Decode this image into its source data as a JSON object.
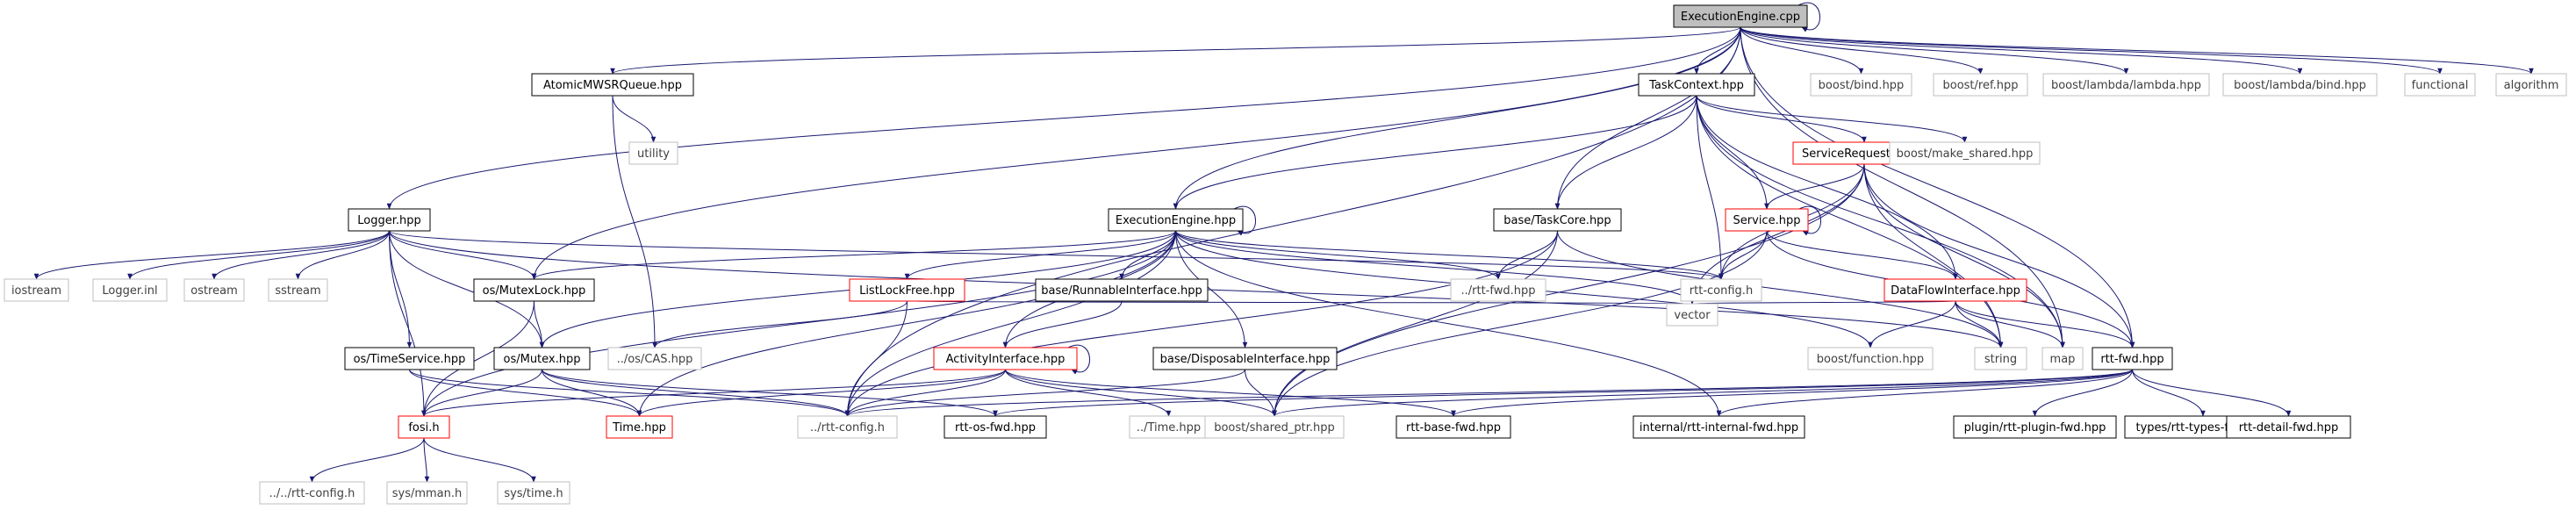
{
  "diagram": {
    "nodes": [
      {
        "id": "ExecutionEngine.cpp",
        "label": "ExecutionEngine.cpp",
        "style": "root"
      },
      {
        "id": "AtomicMWSRQueue.hpp",
        "label": "AtomicMWSRQueue.hpp",
        "style": "doc"
      },
      {
        "id": "utility",
        "label": "utility",
        "style": "ext"
      },
      {
        "id": "TaskContext.hpp",
        "label": "TaskContext.hpp",
        "style": "doc"
      },
      {
        "id": "boost/bind.hpp",
        "label": "boost/bind.hpp",
        "style": "ext"
      },
      {
        "id": "boost/ref.hpp",
        "label": "boost/ref.hpp",
        "style": "ext"
      },
      {
        "id": "boost/lambda/lambda.hpp",
        "label": "boost/lambda/lambda.hpp",
        "style": "ext"
      },
      {
        "id": "boost/lambda/bind.hpp",
        "label": "boost/lambda/bind.hpp",
        "style": "ext"
      },
      {
        "id": "functional",
        "label": "functional",
        "style": "ext"
      },
      {
        "id": "algorithm",
        "label": "algorithm",
        "style": "ext"
      },
      {
        "id": "ServiceRequester.hpp",
        "label": "ServiceRequester.hpp",
        "style": "trunc"
      },
      {
        "id": "boost/make_shared.hpp",
        "label": "boost/make_shared.hpp",
        "style": "ext"
      },
      {
        "id": "Logger.hpp",
        "label": "Logger.hpp",
        "style": "doc"
      },
      {
        "id": "ExecutionEngine.hpp",
        "label": "ExecutionEngine.hpp",
        "style": "doc"
      },
      {
        "id": "base/TaskCore.hpp",
        "label": "base/TaskCore.hpp",
        "style": "doc"
      },
      {
        "id": "Service.hpp",
        "label": "Service.hpp",
        "style": "trunc"
      },
      {
        "id": "iostream",
        "label": "iostream",
        "style": "ext"
      },
      {
        "id": "Logger.inl",
        "label": "Logger.inl",
        "style": "ext"
      },
      {
        "id": "ostream",
        "label": "ostream",
        "style": "ext"
      },
      {
        "id": "sstream",
        "label": "sstream",
        "style": "ext"
      },
      {
        "id": "os/MutexLock.hpp",
        "label": "os/MutexLock.hpp",
        "style": "doc"
      },
      {
        "id": "ListLockFree.hpp",
        "label": "ListLockFree.hpp",
        "style": "trunc"
      },
      {
        "id": "base/RunnableInterface.hpp",
        "label": "base/RunnableInterface.hpp",
        "style": "doc"
      },
      {
        "id": "../rtt-fwd.hpp",
        "label": "../rtt-fwd.hpp",
        "style": "ext"
      },
      {
        "id": "rtt-config.h",
        "label": "rtt-config.h",
        "style": "ext"
      },
      {
        "id": "DataFlowInterface.hpp",
        "label": "DataFlowInterface.hpp",
        "style": "trunc"
      },
      {
        "id": "vector",
        "label": "vector",
        "style": "ext"
      },
      {
        "id": "boost/function.hpp",
        "label": "boost/function.hpp",
        "style": "ext"
      },
      {
        "id": "string",
        "label": "string",
        "style": "ext"
      },
      {
        "id": "map",
        "label": "map",
        "style": "ext"
      },
      {
        "id": "rtt-fwd.hpp",
        "label": "rtt-fwd.hpp",
        "style": "doc"
      },
      {
        "id": "os/TimeService.hpp",
        "label": "os/TimeService.hpp",
        "style": "doc"
      },
      {
        "id": "os/Mutex.hpp",
        "label": "os/Mutex.hpp",
        "style": "doc"
      },
      {
        "id": "../os/CAS.hpp",
        "label": "../os/CAS.hpp",
        "style": "ext"
      },
      {
        "id": "ActivityInterface.hpp",
        "label": "ActivityInterface.hpp",
        "style": "trunc"
      },
      {
        "id": "base/DisposableInterface.hpp",
        "label": "base/DisposableInterface.hpp",
        "style": "doc"
      },
      {
        "id": "fosi.h",
        "label": "fosi.h",
        "style": "trunc"
      },
      {
        "id": "Time.hpp",
        "label": "Time.hpp",
        "style": "trunc"
      },
      {
        "id": "../rtt-config.h",
        "label": "../rtt-config.h",
        "style": "ext"
      },
      {
        "id": "rtt-os-fwd.hpp",
        "label": "rtt-os-fwd.hpp",
        "style": "doc"
      },
      {
        "id": "../Time.hpp",
        "label": "../Time.hpp",
        "style": "ext"
      },
      {
        "id": "boost/shared_ptr.hpp",
        "label": "boost/shared_ptr.hpp",
        "style": "ext"
      },
      {
        "id": "rtt-base-fwd.hpp",
        "label": "rtt-base-fwd.hpp",
        "style": "doc"
      },
      {
        "id": "internal/rtt-internal-fwd.hpp",
        "label": "internal/rtt-internal-fwd.hpp",
        "style": "doc"
      },
      {
        "id": "plugin/rtt-plugin-fwd.hpp",
        "label": "plugin/rtt-plugin-fwd.hpp",
        "style": "doc"
      },
      {
        "id": "types/rtt-types-fwd.hpp",
        "label": "types/rtt-types-fwd.hpp",
        "style": "doc"
      },
      {
        "id": "rtt-detail-fwd.hpp",
        "label": "rtt-detail-fwd.hpp",
        "style": "doc"
      },
      {
        "id": "../../rtt-config.h",
        "label": "../../rtt-config.h",
        "style": "ext"
      },
      {
        "id": "sys/mman.h",
        "label": "sys/mman.h",
        "style": "ext"
      },
      {
        "id": "sys/time.h",
        "label": "sys/time.h",
        "style": "ext"
      }
    ],
    "edges": [
      [
        "ExecutionEngine.cpp",
        "ExecutionEngine.cpp"
      ],
      [
        "ExecutionEngine.cpp",
        "AtomicMWSRQueue.hpp"
      ],
      [
        "ExecutionEngine.cpp",
        "TaskContext.hpp"
      ],
      [
        "ExecutionEngine.cpp",
        "boost/bind.hpp"
      ],
      [
        "ExecutionEngine.cpp",
        "boost/ref.hpp"
      ],
      [
        "ExecutionEngine.cpp",
        "boost/lambda/lambda.hpp"
      ],
      [
        "ExecutionEngine.cpp",
        "boost/lambda/bind.hpp"
      ],
      [
        "ExecutionEngine.cpp",
        "functional"
      ],
      [
        "ExecutionEngine.cpp",
        "algorithm"
      ],
      [
        "ExecutionEngine.cpp",
        "Logger.hpp"
      ],
      [
        "ExecutionEngine.cpp",
        "os/MutexLock.hpp"
      ],
      [
        "ExecutionEngine.cpp",
        "ExecutionEngine.hpp"
      ],
      [
        "ExecutionEngine.cpp",
        "base/TaskCore.hpp"
      ],
      [
        "ExecutionEngine.cpp",
        "../rtt-config.h"
      ],
      [
        "ExecutionEngine.cpp",
        "rtt-fwd.hpp"
      ],
      [
        "ExecutionEngine.cpp",
        "map"
      ],
      [
        "AtomicMWSRQueue.hpp",
        "utility"
      ],
      [
        "AtomicMWSRQueue.hpp",
        "../os/CAS.hpp"
      ],
      [
        "TaskContext.hpp",
        "ServiceRequester.hpp"
      ],
      [
        "TaskContext.hpp",
        "boost/make_shared.hpp"
      ],
      [
        "TaskContext.hpp",
        "ExecutionEngine.hpp"
      ],
      [
        "TaskContext.hpp",
        "base/TaskCore.hpp"
      ],
      [
        "TaskContext.hpp",
        "Service.hpp"
      ],
      [
        "TaskContext.hpp",
        "rtt-config.h"
      ],
      [
        "TaskContext.hpp",
        "DataFlowInterface.hpp"
      ],
      [
        "TaskContext.hpp",
        "string"
      ],
      [
        "TaskContext.hpp",
        "map"
      ],
      [
        "ServiceRequester.hpp",
        "Service.hpp"
      ],
      [
        "ServiceRequester.hpp",
        "rtt-config.h"
      ],
      [
        "ServiceRequester.hpp",
        "vector"
      ],
      [
        "ServiceRequester.hpp",
        "string"
      ],
      [
        "ServiceRequester.hpp",
        "map"
      ],
      [
        "ServiceRequester.hpp",
        "rtt-fwd.hpp"
      ],
      [
        "ServiceRequester.hpp",
        "boost/shared_ptr.hpp"
      ],
      [
        "Service.hpp",
        "Service.hpp"
      ],
      [
        "Service.hpp",
        "rtt-config.h"
      ],
      [
        "Service.hpp",
        "DataFlowInterface.hpp"
      ],
      [
        "Service.hpp",
        "rtt-fwd.hpp"
      ],
      [
        "Service.hpp",
        "boost/shared_ptr.hpp"
      ],
      [
        "DataFlowInterface.hpp",
        "vector"
      ],
      [
        "DataFlowInterface.hpp",
        "string"
      ],
      [
        "DataFlowInterface.hpp",
        "map"
      ],
      [
        "DataFlowInterface.hpp",
        "rtt-fwd.hpp"
      ],
      [
        "DataFlowInterface.hpp",
        "boost/function.hpp"
      ],
      [
        "Logger.hpp",
        "iostream"
      ],
      [
        "Logger.hpp",
        "Logger.inl"
      ],
      [
        "Logger.hpp",
        "ostream"
      ],
      [
        "Logger.hpp",
        "sstream"
      ],
      [
        "Logger.hpp",
        "os/MutexLock.hpp"
      ],
      [
        "Logger.hpp",
        "os/TimeService.hpp"
      ],
      [
        "Logger.hpp",
        "os/Mutex.hpp"
      ],
      [
        "Logger.hpp",
        "rtt-config.h"
      ],
      [
        "Logger.hpp",
        "string"
      ],
      [
        "Logger.hpp",
        "fosi.h"
      ],
      [
        "ExecutionEngine.hpp",
        "ExecutionEngine.hpp"
      ],
      [
        "ExecutionEngine.hpp",
        "os/MutexLock.hpp"
      ],
      [
        "ExecutionEngine.hpp",
        "ListLockFree.hpp"
      ],
      [
        "ExecutionEngine.hpp",
        "base/RunnableInterface.hpp"
      ],
      [
        "ExecutionEngine.hpp",
        "../rtt-fwd.hpp"
      ],
      [
        "ExecutionEngine.hpp",
        "rtt-config.h"
      ],
      [
        "ExecutionEngine.hpp",
        "vector"
      ],
      [
        "ExecutionEngine.hpp",
        "boost/function.hpp"
      ],
      [
        "ExecutionEngine.hpp",
        "os/Mutex.hpp"
      ],
      [
        "ExecutionEngine.hpp",
        "ActivityInterface.hpp"
      ],
      [
        "ExecutionEngine.hpp",
        "base/DisposableInterface.hpp"
      ],
      [
        "ExecutionEngine.hpp",
        "Time.hpp"
      ],
      [
        "ExecutionEngine.hpp",
        "../rtt-config.h"
      ],
      [
        "ExecutionEngine.hpp",
        "internal/rtt-internal-fwd.hpp"
      ],
      [
        "ExecutionEngine.hpp",
        "fosi.h"
      ],
      [
        "base/TaskCore.hpp",
        "../rtt-fwd.hpp"
      ],
      [
        "base/TaskCore.hpp",
        "string"
      ],
      [
        "base/TaskCore.hpp",
        "../rtt-config.h"
      ],
      [
        "base/TaskCore.hpp",
        "boost/shared_ptr.hpp"
      ],
      [
        "os/MutexLock.hpp",
        "os/Mutex.hpp"
      ],
      [
        "os/MutexLock.hpp",
        "fosi.h"
      ],
      [
        "ListLockFree.hpp",
        "vector"
      ],
      [
        "ListLockFree.hpp",
        "../os/CAS.hpp"
      ],
      [
        "ListLockFree.hpp",
        "../rtt-config.h"
      ],
      [
        "base/RunnableInterface.hpp",
        "ActivityInterface.hpp"
      ],
      [
        "os/TimeService.hpp",
        "Time.hpp"
      ],
      [
        "os/TimeService.hpp",
        "../rtt-config.h"
      ],
      [
        "os/Mutex.hpp",
        "fosi.h"
      ],
      [
        "os/Mutex.hpp",
        "Time.hpp"
      ],
      [
        "os/Mutex.hpp",
        "../rtt-config.h"
      ],
      [
        "os/Mutex.hpp",
        "rtt-os-fwd.hpp"
      ],
      [
        "ActivityInterface.hpp",
        "ActivityInterface.hpp"
      ],
      [
        "ActivityInterface.hpp",
        "fosi.h"
      ],
      [
        "ActivityInterface.hpp",
        "Time.hpp"
      ],
      [
        "ActivityInterface.hpp",
        "../rtt-config.h"
      ],
      [
        "ActivityInterface.hpp",
        "../Time.hpp"
      ],
      [
        "ActivityInterface.hpp",
        "boost/shared_ptr.hpp"
      ],
      [
        "ActivityInterface.hpp",
        "rtt-base-fwd.hpp"
      ],
      [
        "base/DisposableInterface.hpp",
        "boost/shared_ptr.hpp"
      ],
      [
        "base/DisposableInterface.hpp",
        "../rtt-config.h"
      ],
      [
        "rtt-fwd.hpp",
        "../rtt-config.h"
      ],
      [
        "rtt-fwd.hpp",
        "rtt-os-fwd.hpp"
      ],
      [
        "rtt-fwd.hpp",
        "rtt-base-fwd.hpp"
      ],
      [
        "rtt-fwd.hpp",
        "internal/rtt-internal-fwd.hpp"
      ],
      [
        "rtt-fwd.hpp",
        "plugin/rtt-plugin-fwd.hpp"
      ],
      [
        "rtt-fwd.hpp",
        "types/rtt-types-fwd.hpp"
      ],
      [
        "rtt-fwd.hpp",
        "rtt-detail-fwd.hpp"
      ],
      [
        "rtt-fwd.hpp",
        "boost/shared_ptr.hpp"
      ],
      [
        "fosi.h",
        "../../rtt-config.h"
      ],
      [
        "fosi.h",
        "sys/mman.h"
      ],
      [
        "fosi.h",
        "sys/time.h"
      ]
    ]
  },
  "colors": {
    "edge": "#191970",
    "ext_border": "#bfbfbf",
    "doc_border": "#000000",
    "trunc_border": "#ff0000",
    "root_fill": "#bfbfbf",
    "ext_text": "#404040",
    "doc_text": "#000000"
  }
}
